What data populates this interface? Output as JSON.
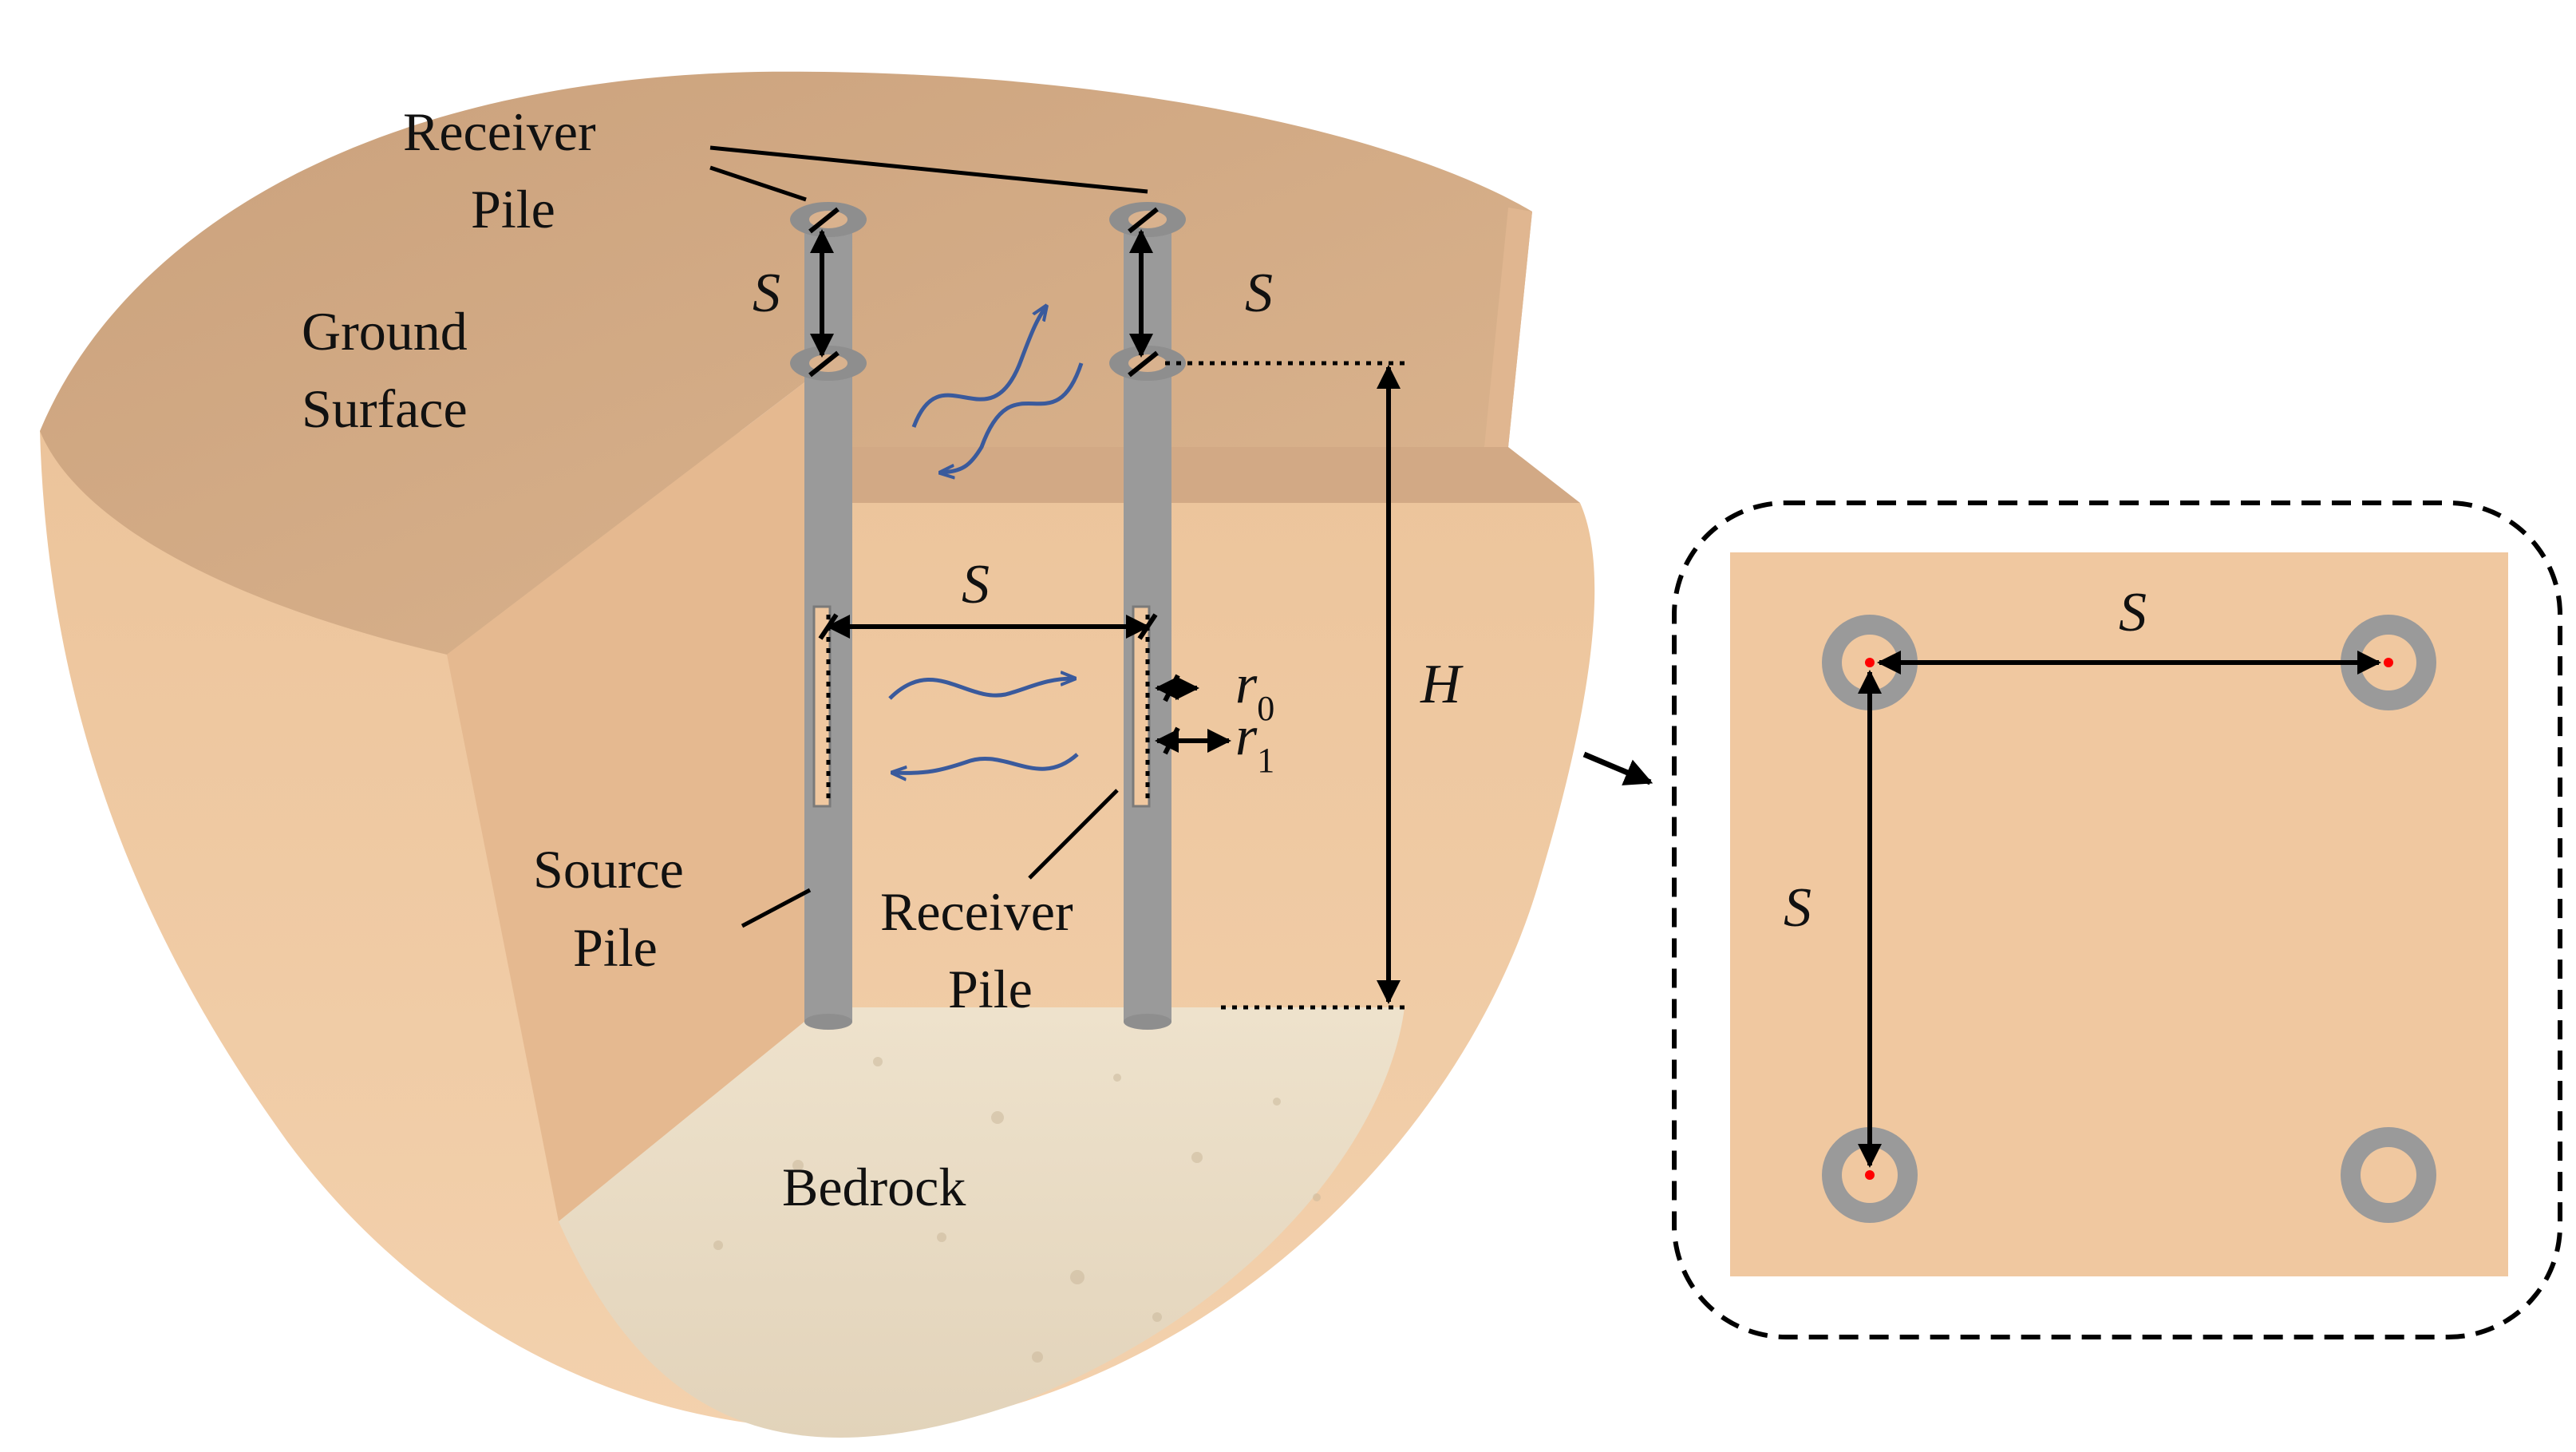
{
  "labels": {
    "receiver_pile_top_line1": "Receiver",
    "receiver_pile_top_line2": "Pile",
    "ground_surface_line1": "Ground",
    "ground_surface_line2": "Surface",
    "source_pile_line1": "Source",
    "source_pile_line2": "Pile",
    "receiver_pile_bottom_line1": "Receiver",
    "receiver_pile_bottom_line2": "Pile",
    "bedrock": "Bedrock"
  },
  "symbols": {
    "spacing": "S",
    "height": "H",
    "inner_radius_base": "r",
    "inner_radius_sub": "0",
    "outer_radius_base": "r",
    "outer_radius_sub": "1"
  },
  "colors": {
    "soil_top": "#d6ad88",
    "soil_side": "#f0c8a0",
    "bedrock": "#e9dcc4",
    "pile": "#9a9a9a",
    "wave_arrow": "#3a5a9c",
    "dimension": "#000000",
    "pile_center_marker": "#ff0000"
  }
}
